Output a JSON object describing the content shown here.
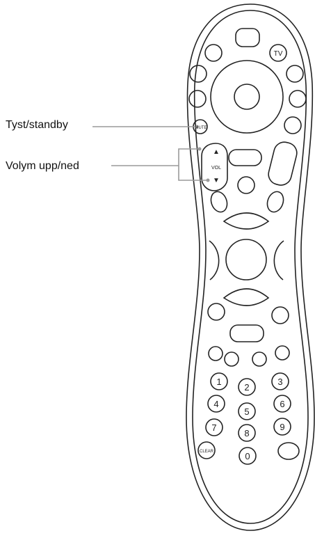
{
  "callouts": {
    "mute": "Tyst/standby",
    "volume": "Volym upp/ned"
  },
  "remote": {
    "tv_label": "TV",
    "mute_label": "MUTE",
    "vol_label": "VOL",
    "vol_up_symbol": "▲",
    "vol_down_symbol": "▼",
    "clear_label": "CLEAR",
    "digits": [
      "1",
      "2",
      "3",
      "4",
      "5",
      "6",
      "7",
      "8",
      "9",
      "0"
    ]
  },
  "colors": {
    "outline": "#222222",
    "callout_line": "#9a9a9a",
    "background": "#ffffff"
  }
}
